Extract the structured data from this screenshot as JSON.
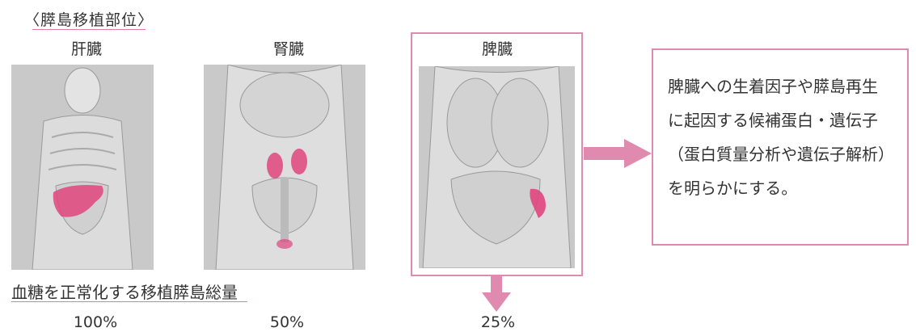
{
  "section_title": "〈膵島移植部位〉",
  "organs": [
    {
      "label": "肝臓",
      "percent": "100%"
    },
    {
      "label": "腎臓",
      "percent": "50%"
    },
    {
      "label": "脾臓",
      "percent": "25%"
    }
  ],
  "info_text": "脾臓への生着因子や膵島再生に起因する候補蛋白・遺伝子（蛋白質量分析や遺伝子解析）を明らかにする。",
  "bottom_label": "血糖を正常化する移植膵島総量",
  "colors": {
    "accent": "#e08ab0",
    "organ": "#e0457d"
  }
}
